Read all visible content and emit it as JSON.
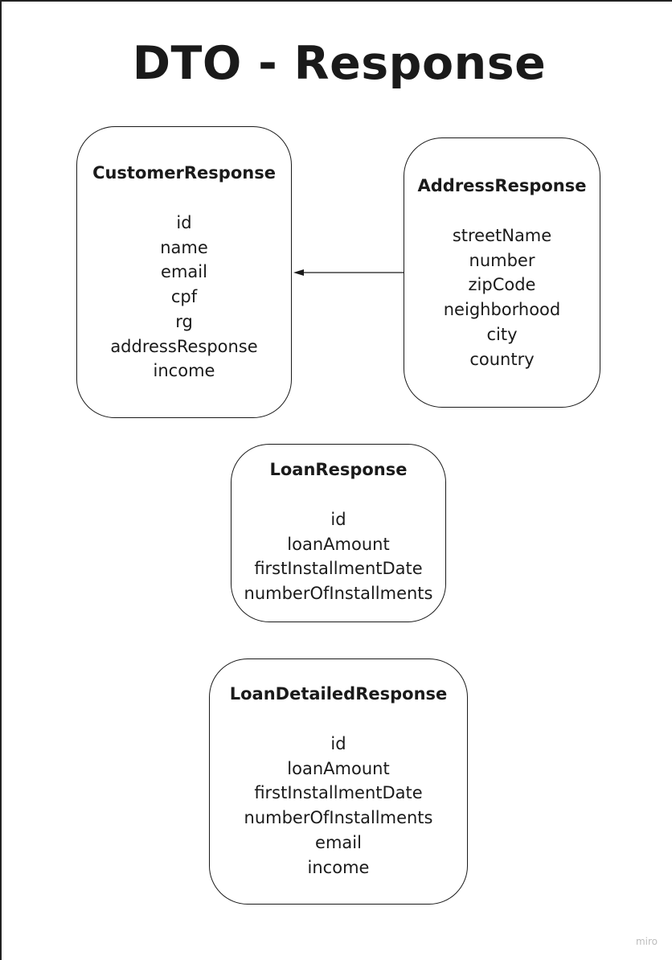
{
  "title": "DTO - Response",
  "boxes": {
    "customer": {
      "title": "CustomerResponse",
      "fields": [
        "id",
        "name",
        "email",
        "cpf",
        "rg",
        "addressResponse",
        "income"
      ]
    },
    "address": {
      "title": "AddressResponse",
      "fields": [
        "streetName",
        "number",
        "zipCode",
        "neighborhood",
        "city",
        "country"
      ]
    },
    "loan": {
      "title": "LoanResponse",
      "fields": [
        "id",
        "loanAmount",
        "firstInstallmentDate",
        "numberOfInstallments"
      ]
    },
    "loan_detailed": {
      "title": "LoanDetailedResponse",
      "fields": [
        "id",
        "loanAmount",
        "firstInstallmentDate",
        "numberOfInstallments",
        "email",
        "income"
      ]
    }
  },
  "watermark": "miro",
  "colors": {
    "stroke": "#1a1a1a",
    "background": "#ffffff",
    "watermark": "#bdbdbd"
  }
}
